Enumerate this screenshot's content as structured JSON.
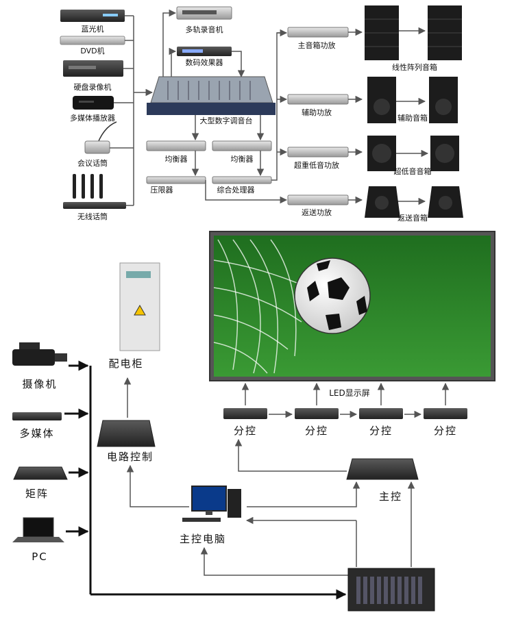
{
  "audio": {
    "sources": [
      "蓝光机",
      "DVD机",
      "硬盘录像机",
      "多媒体播放器",
      "会议话筒",
      "无线话筒"
    ],
    "recorder": "多轨录音机",
    "effects": "数码效果器",
    "mixer": "大型数字调音台",
    "eq_left": "均衡器",
    "eq_right": "均衡器",
    "limiter": "压限器",
    "processor": "综合处理器",
    "amps": [
      "主音箱功放",
      "辅助功放",
      "超重低音功放",
      "返送功放"
    ],
    "speakers": [
      "线性阵列音箱",
      "辅助音箱",
      "超低音音箱",
      "返送音箱"
    ]
  },
  "video": {
    "inputs": [
      "摄像机",
      "多媒体",
      "矩阵",
      "PC"
    ],
    "power_cabinet": "配电柜",
    "circuit_control": "电路控制",
    "display": "LED显示屏",
    "sub_controllers": [
      "分控",
      "分控",
      "分控",
      "分控"
    ],
    "main_controller": "主控",
    "host_pc": "主控电脑"
  },
  "colors": {
    "grass": "#2f8a2c",
    "wire": "#555555",
    "device": "#3a3a3a"
  }
}
